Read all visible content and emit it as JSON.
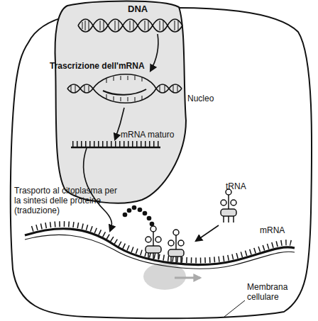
{
  "diagram": {
    "nodes": [
      {
        "text": [
          "Membrana cellulare"
        ]
      },
      {
        "text": [
          "Nucleo"
        ],
        "in": 0
      }
    ],
    "labels": [
      "DNA",
      "Trascrizione dell'mRNA",
      "mRNA maturo",
      "Trasporto al citoplasma per la sintesi delle proteine (traduzione)",
      "tRNA",
      "mRNA"
    ]
  }
}
